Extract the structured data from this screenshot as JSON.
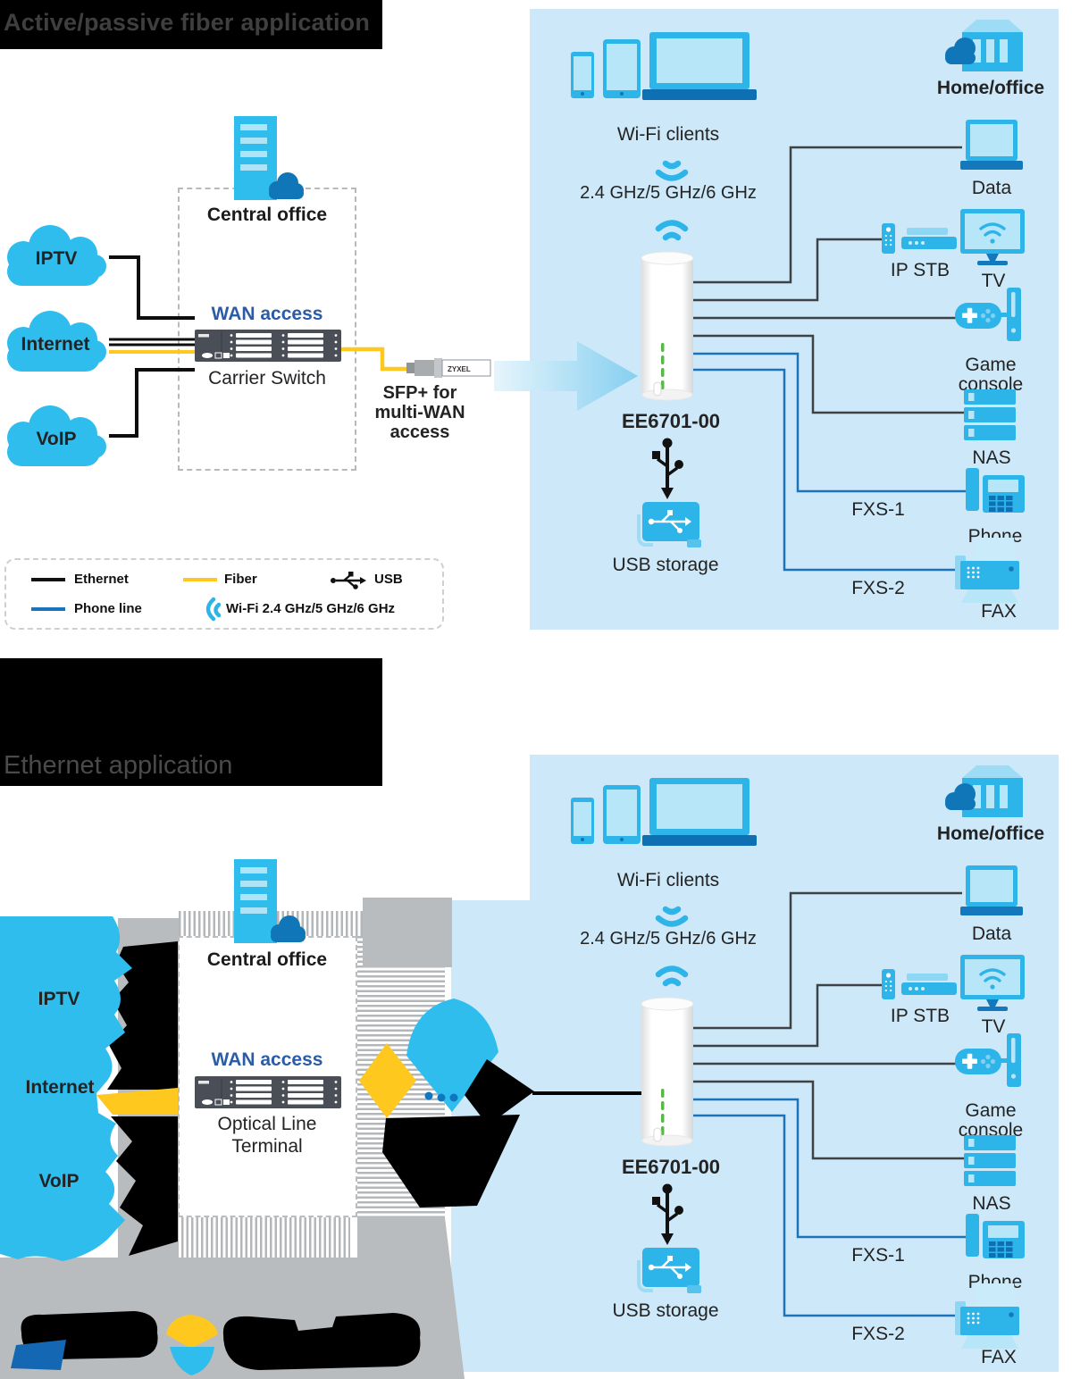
{
  "sections": {
    "fiber": {
      "title": "Active/passive fiber application"
    },
    "ethernet": {
      "title": "Ethernet application"
    }
  },
  "clouds": {
    "iptv": "IPTV",
    "internet": "Internet",
    "voip": "VoIP"
  },
  "central_office": {
    "label": "Central office",
    "wan_access": "WAN access",
    "carrier_switch": "Carrier Switch",
    "olt_line1": "Optical Line",
    "olt_line2": "Terminal"
  },
  "sfp": {
    "line1": "SFP+ for",
    "line2": "multi-WAN",
    "line3": "access",
    "brand": "ZYXEL"
  },
  "panel": {
    "wifi_clients": "Wi-Fi clients",
    "ghz": "2.4 GHz/5 GHz/6 GHz",
    "router_model": "EE6701-00",
    "usb_storage": "USB storage",
    "home_office": "Home/office",
    "data": "Data",
    "ip_stb": "IP STB",
    "tv": "TV",
    "game_line1": "Game",
    "game_line2": "console",
    "nas": "NAS",
    "fxs1": "FXS-1",
    "phone": "Phone",
    "fxs2": "FXS-2",
    "fax": "FAX"
  },
  "legend": {
    "ethernet": "Ethernet",
    "fiber": "Fiber",
    "usb": "USB",
    "phone_line": "Phone line",
    "wifi": "Wi-Fi 2.4 GHz/5 GHz/6 GHz"
  },
  "colors": {
    "cyan": "#2db4e9",
    "light_cyan": "#b8e6f9",
    "dark_blue": "#1076b8",
    "panel_bg": "#cde8f8",
    "fiber_yellow": "#ffc81e",
    "phone_line_blue": "#1b74bb",
    "ethernet_black": "#1a1a1a",
    "led_green": "#58b947",
    "glitch_gray": "#b9bcbe",
    "wan_access_blue": "#2a5ca8"
  }
}
